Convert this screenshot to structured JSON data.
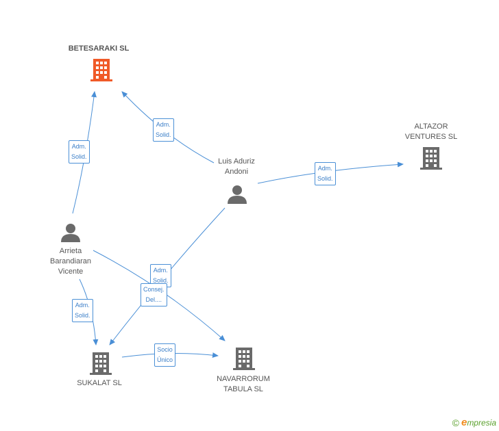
{
  "nodes": {
    "betesaraki": {
      "label": "BETESARAKI SL",
      "kind": "company",
      "color": "#f05a28",
      "main": true
    },
    "altazor": {
      "label_lines": [
        "ALTAZOR",
        "VENTURES  SL"
      ],
      "kind": "company",
      "color": "#6a6a6a"
    },
    "luis": {
      "label_lines": [
        "Luis Aduriz",
        "Andoni"
      ],
      "kind": "person",
      "color": "#6a6a6a"
    },
    "arrieta": {
      "label_lines": [
        "Arrieta",
        "Barandiaran",
        "Vicente"
      ],
      "kind": "person",
      "color": "#6a6a6a"
    },
    "sukalat": {
      "label": "SUKALAT SL",
      "kind": "company",
      "color": "#6a6a6a"
    },
    "navarrorum": {
      "label_lines": [
        "NAVARRORUM",
        "TABULA SL"
      ],
      "kind": "company",
      "color": "#6a6a6a"
    }
  },
  "edges": [
    {
      "id": "luis-betesaraki",
      "label_lines": [
        "Adm.",
        "Solid."
      ]
    },
    {
      "id": "arrieta-betesaraki",
      "label_lines": [
        "Adm.",
        "Solid."
      ]
    },
    {
      "id": "luis-altazor",
      "label_lines": [
        "Adm.",
        "Solid."
      ]
    },
    {
      "id": "luis-sukalat",
      "label_lines": [
        "Adm.",
        "Solid."
      ]
    },
    {
      "id": "arrieta-navarrorum",
      "label_lines": [
        "Consej.",
        "Del...."
      ]
    },
    {
      "id": "arrieta-sukalat",
      "label_lines": [
        "Adm.",
        "Solid."
      ]
    },
    {
      "id": "sukalat-navarrorum",
      "label_lines": [
        "Socio",
        "Único"
      ]
    }
  ],
  "edge_color": "#4a8fd6",
  "brand": {
    "copyright": "©",
    "name_first": "e",
    "name_rest": "mpresia"
  }
}
